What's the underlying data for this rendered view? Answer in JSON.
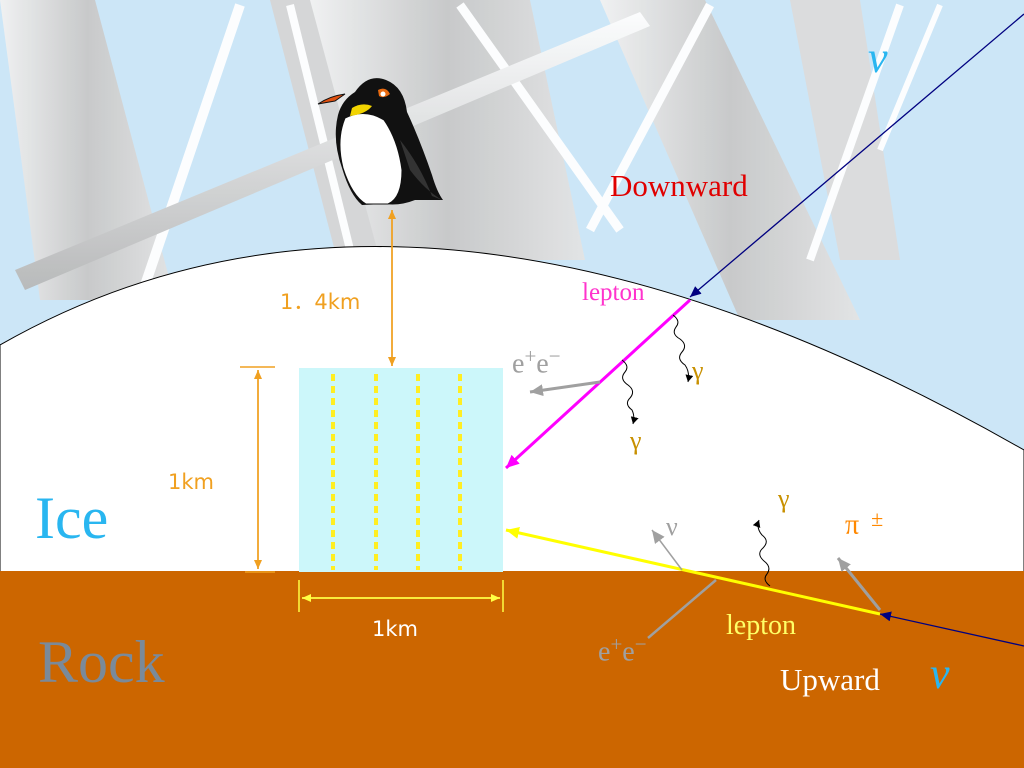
{
  "labels": {
    "nu_top": "ν",
    "downward": "Downward",
    "lepton_down": "lepton",
    "gamma_a": "γ",
    "gamma_b": "γ",
    "ee_top_e1": "e",
    "ee_top_plus": "+",
    "ee_top_e2": "e",
    "ee_top_minus": "−",
    "depth": "1．4km",
    "height": "1km",
    "width": "1km",
    "ice": "Ice",
    "rock": "Rock",
    "gamma_c": "γ",
    "nu_small": "ν",
    "pi_sym": "π",
    "pi_pm": "±",
    "lepton_up": "lepton",
    "ee_bot_e1": "e",
    "ee_bot_plus": "+",
    "ee_bot_e2": "e",
    "ee_bot_minus": "−",
    "upward": "Upward",
    "nu_bottom": "ν"
  },
  "colors": {
    "sky": "#cce6f7",
    "ice": "#ffffff",
    "rock": "#cc6600",
    "detector": "#ccf7fa",
    "strings": "#ffee22",
    "dimension_orange": "#f0a020",
    "width_yellow": "#ffff44",
    "neutrino_text": "#29b6f0",
    "downward_text": "#e00000",
    "lepton_down": "#ff00ff",
    "lepton_up": "#ffff00",
    "gamma_text": "#c89000",
    "secondary_gray": "#a0a0a0",
    "pion_text": "#ff8800",
    "rock_text": "#7a8a9a",
    "neutrino_track": "#000080"
  },
  "icons": {
    "penguin": "penguin-icon"
  },
  "detector": {
    "string_count": 4
  }
}
